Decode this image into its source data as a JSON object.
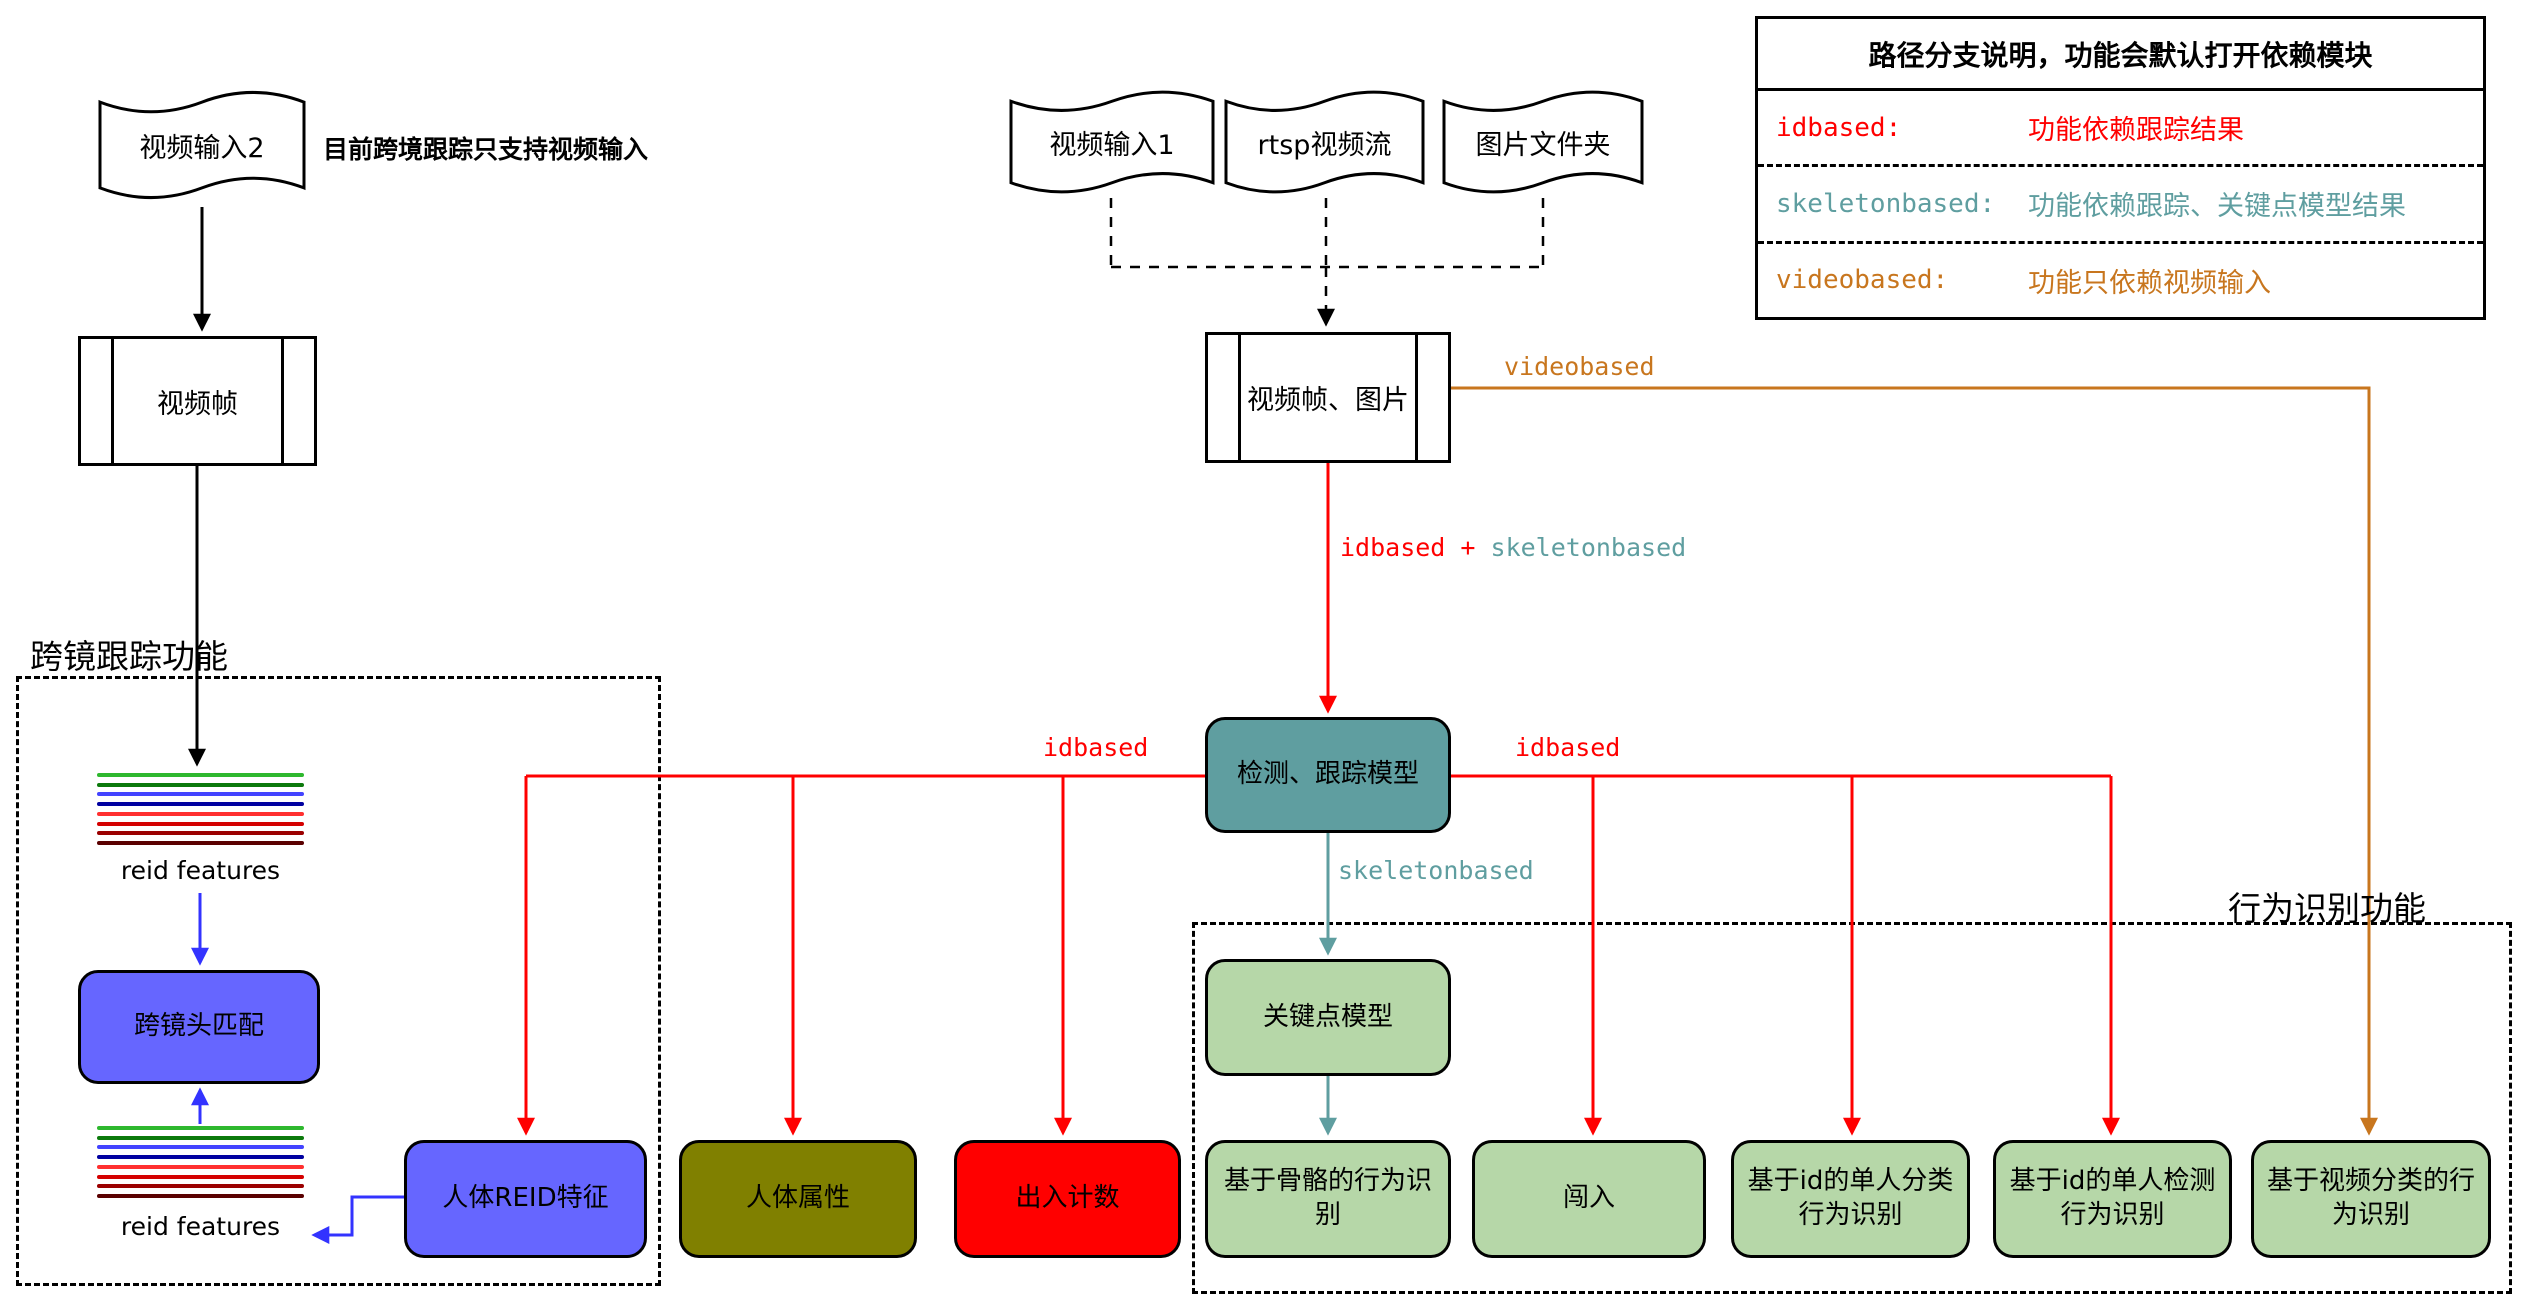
{
  "colors": {
    "red": "#FF0000",
    "teal": "#5F9EA0",
    "orange": "#C8761E",
    "blue": "#3333FF",
    "fill_teal": "#5F9EA0",
    "fill_green": "#B6D7A8",
    "fill_blue": "#6666FF",
    "fill_olive": "#808000",
    "fill_red": "#FF0000"
  },
  "legend": {
    "title": "路径分支说明，功能会默认打开依赖模块",
    "rows": [
      {
        "keyword": "idbased:",
        "desc": "功能依赖跟踪结果"
      },
      {
        "keyword": "skeletonbased:",
        "desc": "功能依赖跟踪、关键点模型结果"
      },
      {
        "keyword": "videobased:",
        "desc": "功能只依赖视频输入"
      }
    ]
  },
  "sources": {
    "video2": "视频输入2",
    "video2_note": "目前跨境跟踪只支持视频输入",
    "video1": "视频输入1",
    "rtsp": "rtsp视频流",
    "image_folder": "图片文件夹"
  },
  "frames": {
    "video_frame": "视频帧",
    "video_frame_image": "视频帧、图片"
  },
  "models": {
    "det_track": "检测、跟踪模型",
    "keypoint": "关键点模型"
  },
  "edge_labels": {
    "idbased_left": "idbased",
    "idbased_right": "idbased",
    "idbased_plus": "idbased + ",
    "skeletonbased_suffix": "skeletonbased",
    "skeletonbased": "skeletonbased",
    "videobased": "videobased"
  },
  "sections": {
    "mtmct": "跨镜跟踪功能",
    "action": "行为识别功能"
  },
  "mtmct": {
    "reid_features_top": "reid features",
    "match": "跨镜头匹配",
    "reid_features_bottom": "reid features"
  },
  "outputs": {
    "reid": "人体REID特征",
    "attr": "人体属性",
    "count": "出入计数",
    "skeleton_action": "基于骨骼的行为识别",
    "intrusion": "闯入",
    "id_cls": "基于id的单人分类行为识别",
    "id_det": "基于id的单人检测行为识别",
    "video_cls": "基于视频分类的行为识别"
  }
}
